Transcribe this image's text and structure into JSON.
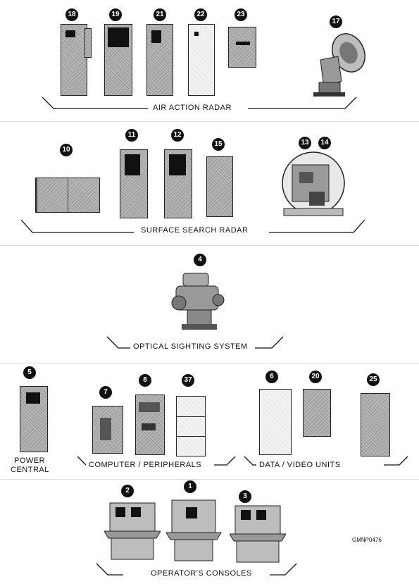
{
  "sections": {
    "air_action": {
      "label": "AIR ACTION RADAR",
      "badges": [
        "18",
        "19",
        "21",
        "22",
        "23",
        "17"
      ]
    },
    "surface_search": {
      "label": "SURFACE SEARCH RADAR",
      "badges": [
        "10",
        "11",
        "12",
        "15",
        "13",
        "14"
      ]
    },
    "optical": {
      "label": "OPTICAL SIGHTING SYSTEM",
      "badges": [
        "4"
      ]
    },
    "power": {
      "label_line1": "POWER",
      "label_line2": "CENTRAL",
      "badges": [
        "5"
      ]
    },
    "computer": {
      "label": "COMPUTER / PERIPHERALS",
      "badges": [
        "7",
        "8",
        "37"
      ]
    },
    "data_video": {
      "label": "DATA / VIDEO  UNITS",
      "badges": [
        "6",
        "20",
        "25"
      ]
    },
    "consoles": {
      "label": "OPERATOR'S CONSOLES",
      "badges": [
        "2",
        "1",
        "3"
      ]
    }
  },
  "figure_code": "GMNP0476"
}
